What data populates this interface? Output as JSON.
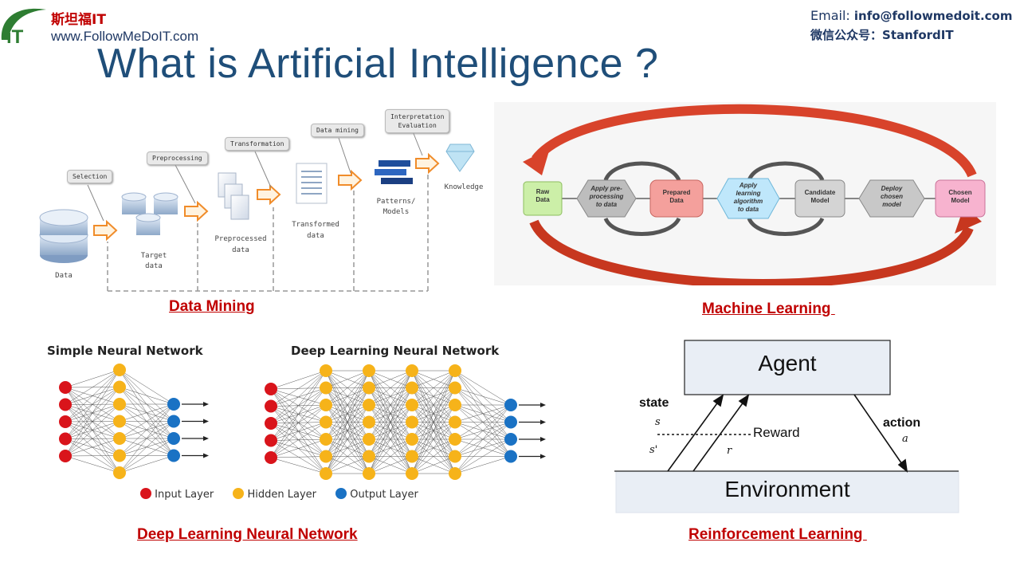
{
  "header": {
    "logo_cn": "斯坦福IT",
    "logo_url": "www.FollowMeDoIT.com",
    "logo_mark": "iT",
    "title": "What is Artificial Intelligence ?",
    "email_label": "Email: ",
    "email_value": "info@followmedoit.com",
    "wechat_label": "微信公众号：",
    "wechat_value": "StanfordIT"
  },
  "data_mining": {
    "caption": "Data Mining",
    "stages": [
      "Selection",
      "Preprocessing",
      "Transformation",
      "Data mining",
      "Interpretation\nEvaluation"
    ],
    "items": [
      "Data",
      "Target\ndata",
      "Preprocessed\ndata",
      "Transformed\ndata",
      "Patterns/\nModels",
      "Knowledge"
    ]
  },
  "machine_learning": {
    "caption": "Machine Learning ",
    "nodes": [
      "Raw\nData",
      "Apply pre-\nprocessing\nto data",
      "Prepared\nData",
      "Apply\nlearning\nalgorithm\nto data",
      "Candidate\nModel",
      "Deploy\nchosen\nmodel",
      "Chosen\nModel"
    ]
  },
  "deep_learning": {
    "caption": "Deep Learning Neural Network",
    "simple_title": "Simple Neural Network",
    "deep_title": "Deep Learning Neural Network",
    "legend": [
      "Input Layer",
      "Hidden Layer",
      "Output Layer"
    ],
    "colors": {
      "input": "#d9141b",
      "hidden": "#f6b31a",
      "output": "#1a72c4"
    }
  },
  "reinforcement": {
    "caption": "Reinforcement Learning ",
    "agent": "Agent",
    "environment": "Environment",
    "state": "state",
    "s": "s",
    "s_prime": "s'",
    "reward": "Reward",
    "r": "r",
    "action": "action",
    "a": "a"
  }
}
